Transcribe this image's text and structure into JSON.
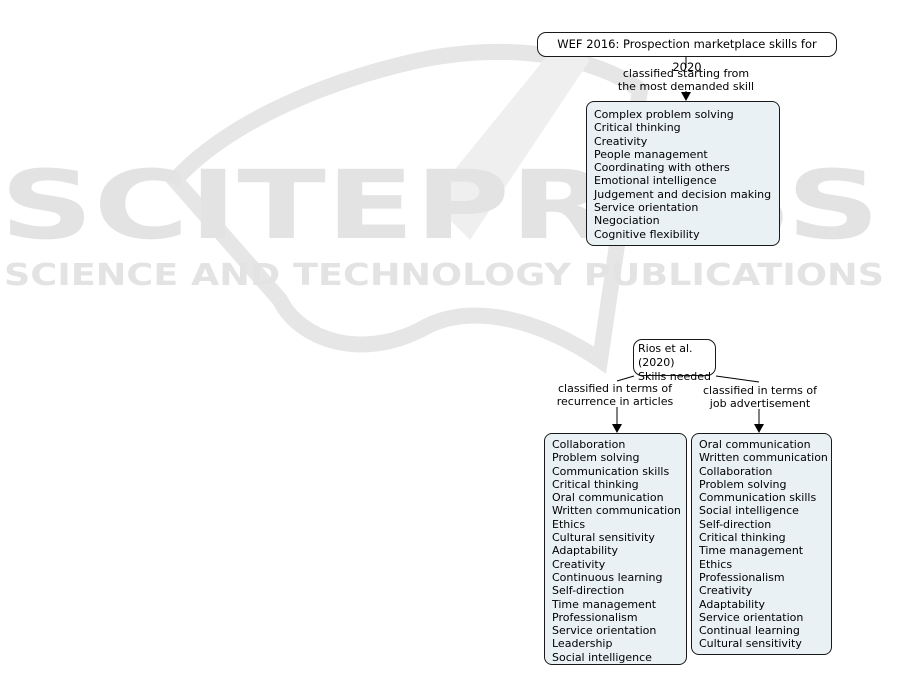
{
  "watermark": {
    "big": "SCITEPRESS",
    "sub": "SCIENCE AND TECHNOLOGY PUBLICATIONS"
  },
  "wef": {
    "title": "WEF 2016: Prospection marketplace skills for 2020",
    "edge_label_line1": "classified starting from",
    "edge_label_line2": "the most demanded skill",
    "skills": [
      "Complex problem solving",
      "Critical thinking",
      "Creativity",
      "People management",
      "Coordinating with others",
      "Emotional intelligence",
      "Judgement and decision making",
      "Service orientation",
      "Negociation",
      "Cognitive flexibility"
    ]
  },
  "rios": {
    "title_line1": "Rios et al. (2020)",
    "title_line2": "Skills needed",
    "left_label_line1": "classified in terms of",
    "left_label_line2": "recurrence in articles",
    "right_label_line1": "classified in terms of",
    "right_label_line2": "job advertisement",
    "articles_skills": [
      "Collaboration",
      "Problem solving",
      "Communication skills",
      "Critical thinking",
      "Oral communication",
      "Written communication",
      "Ethics",
      "Cultural sensitivity",
      "Adaptability",
      "Creativity",
      "Continuous learning",
      "Self-direction",
      "Time management",
      "Professionalism",
      "Service orientation",
      "Leadership",
      "Social intelligence"
    ],
    "job_skills": [
      "Oral communication",
      "Written communication",
      "Collaboration",
      "Problem solving",
      "Communication skills",
      "Social intelligence",
      "Self-direction",
      "Critical thinking",
      "Time management",
      "Ethics",
      "Professionalism",
      "Creativity",
      "Adaptability",
      "Service orientation",
      "Continual learning",
      "Cultural sensitivity"
    ]
  }
}
